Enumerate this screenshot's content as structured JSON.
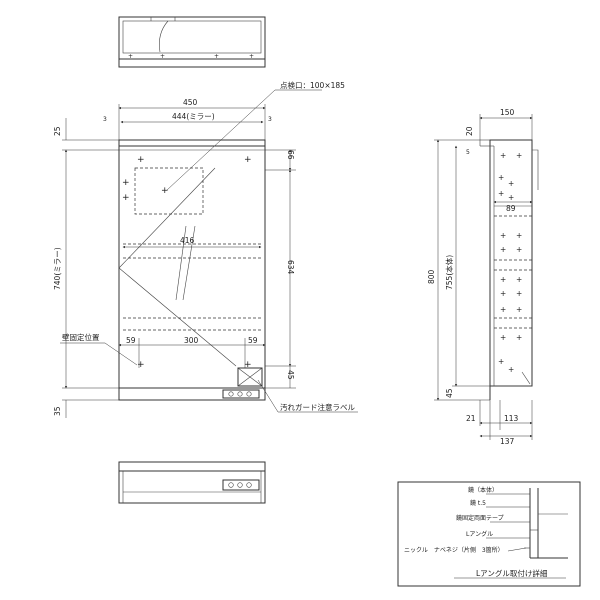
{
  "labels": {
    "inspection_port": "点検口：100×185",
    "wall_fix_position": "壁固定位置",
    "stain_guard_label": "汚れガード注意ラベル",
    "detail_title": "Lアングル取付け詳細"
  },
  "front_dims": {
    "width_total": "450",
    "mirror_width": "444(ミラー)",
    "edge_3": "3",
    "top_25": "25",
    "height_mirror": "740(ミラー)",
    "bottom_35": "35",
    "inner_416": "416",
    "right_66": "66",
    "right_634": "634",
    "right_45": "45",
    "bottom_59_left": "59",
    "bottom_300": "300",
    "bottom_59_right": "59"
  },
  "side_dims": {
    "depth_150": "150",
    "top_20": "20",
    "top_5": "5",
    "inner_89": "89",
    "height_800": "800",
    "height_755": "755(本体)",
    "bottom_45": "45",
    "bottom_21": "21",
    "bottom_113": "113",
    "bottom_137": "137"
  },
  "detail_labels": {
    "body": "鏡（本体）",
    "thickness": "鏡 t.5",
    "tape": "鏡固定両面テープ",
    "angle": "Lアングル",
    "screw": "ニックル　ナベネジ（片側　3箇所）"
  }
}
